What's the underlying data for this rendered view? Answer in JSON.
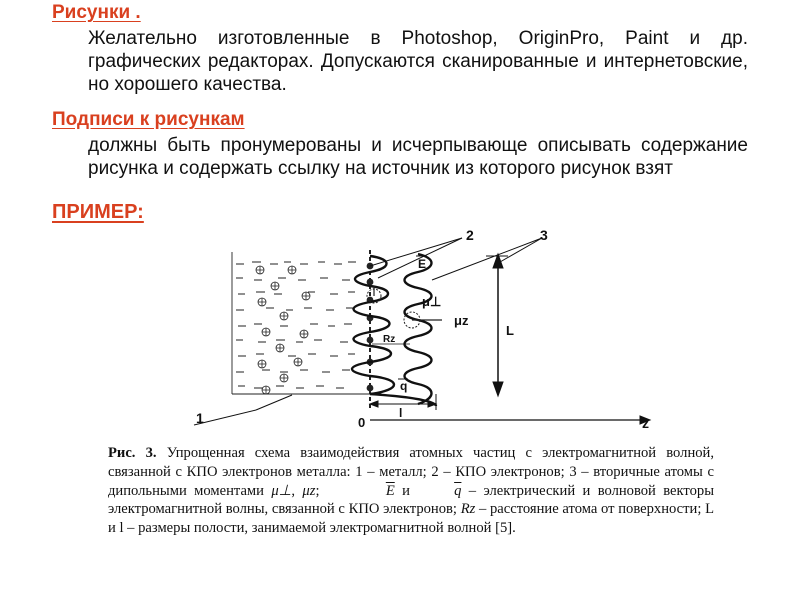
{
  "section1": {
    "heading": "Рисунки .",
    "text": "Желательно изготовленные в Photoshop, OriginPro, Paint и др. графических редакторах.  Допускаются сканированные и интернетовские, но хорошего качества."
  },
  "section2": {
    "heading": "Подписи к рисункам",
    "text": "должны быть пронумерованы и исчерпывающе описывать содержание рисунка и содержать ссылку на источник из которого рисунок взят"
  },
  "section3": {
    "heading": "ПРИМЕР:"
  },
  "figure": {
    "labels": {
      "n1": "1",
      "n2": "2",
      "n3": "3",
      "zero": "0",
      "z": "z",
      "L": "L",
      "l": "l",
      "E": "E",
      "q": "q",
      "mu_perp": "μ⊥",
      "mu_z": "μz",
      "Rz": "Rz"
    }
  },
  "caption": {
    "lead": "Рис. 3.",
    "part1": " Упрощенная схема взаимодействия атомных частиц с электромагнитной волной, связанной с КПО электронов металла: 1 – металл; 2 – КПО электронов; 3 – вторичные атомы с дипольными моментами ",
    "mu_perp": "μ⊥",
    "comma": ", ",
    "mu_z": "μz",
    "part2": ";",
    "E": "E",
    "and": " и ",
    "q": "q",
    "part3": " – электрический и волновой векторы электромагнитной волны, связанной с КПО электронов; ",
    "Rz": "Rz",
    "part4": " – расстояние атома от поверхности; L и l – размеры полости, занимаемой электромагнитной волной [5]."
  }
}
